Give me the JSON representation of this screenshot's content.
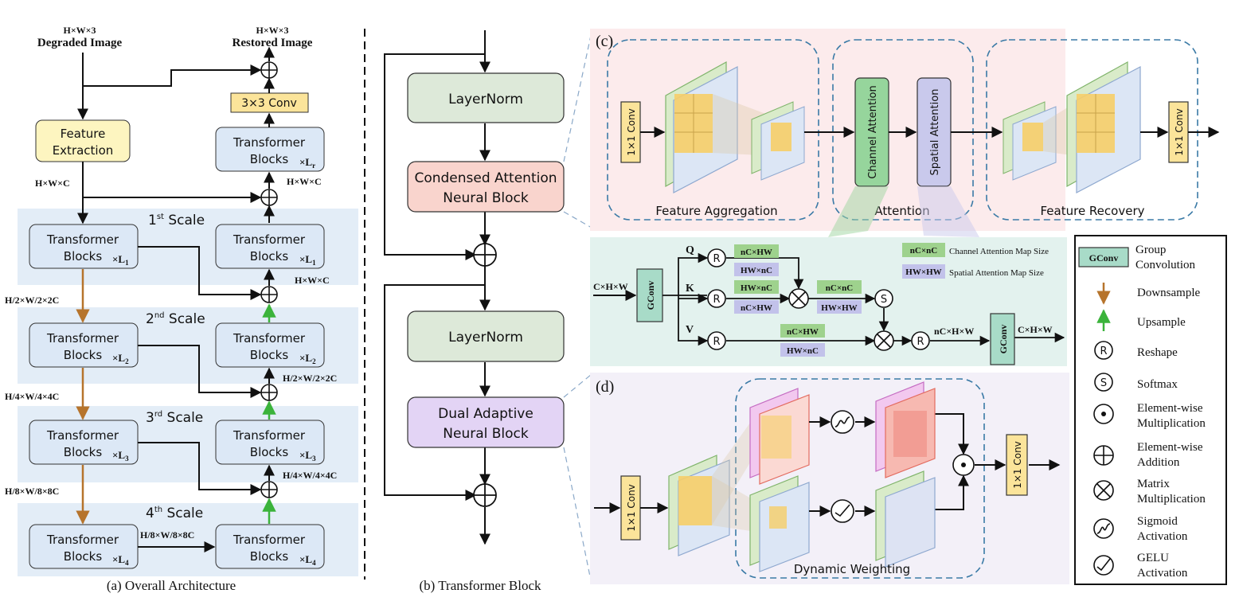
{
  "panel_a": {
    "caption": "(a) Overall Architecture",
    "input": {
      "dims": "H×W×3",
      "label": "Degraded Image"
    },
    "output": {
      "dims": "H×W×3",
      "label": "Restored Image"
    },
    "feature_extraction": [
      "Feature",
      "Extraction"
    ],
    "conv3": "3×3 Conv",
    "refine": {
      "line1": "Transformer",
      "line2": "Blocks",
      "mult": "×L",
      "sub": "r"
    },
    "block_line1": "Transformer",
    "block_line2": "Blocks",
    "mult": "×L",
    "subs": [
      "1",
      "2",
      "3",
      "4"
    ],
    "scales": [
      {
        "num": "1",
        "sup": "st",
        "word": "Scale"
      },
      {
        "num": "2",
        "sup": "nd",
        "word": "Scale"
      },
      {
        "num": "3",
        "sup": "rd",
        "word": "Scale"
      },
      {
        "num": "4",
        "sup": "th",
        "word": "Scale"
      }
    ],
    "dims": {
      "hwc_left": "H×W×C",
      "hwc_right_top": "H×W×C",
      "hwc_right_1": "H×W×C",
      "half_left": "H/2×W/2×2C",
      "half_right": "H/2×W/2×2C",
      "quarter_left": "H/4×W/4×4C",
      "quarter_right": "H/4×W/4×4C",
      "eighth_left": "H/8×W/8×8C",
      "eighth_mid": "H/8×W/8×8C"
    }
  },
  "panel_b": {
    "caption": "(b) Transformer Block",
    "layernorm": "LayerNorm",
    "cab": [
      "Condensed Attention",
      "Neural Block"
    ],
    "dab": [
      "Dual Adaptive",
      "Neural Block"
    ]
  },
  "panel_c": {
    "tag": "(c)",
    "conv": "1×1 Conv",
    "feature_aggregation": "Feature Aggregation",
    "attention": "Attention",
    "feature_recovery": "Feature Recovery",
    "channel_attention": "Channel Attention",
    "spatial_attention": "Spatial Attention",
    "detail": {
      "input": "C×H×W",
      "gconv": "GConv",
      "q": "Q",
      "k": "K",
      "v": "V",
      "r": "R",
      "s": "S",
      "q_green": "nC×HW",
      "q_purple": "HW×nC",
      "k_green": "HW×nC",
      "k_purple": "nC×HW",
      "mm_green": "nC×nC",
      "mm_purple": "HW×HW",
      "v_green": "nC×HW",
      "v_purple": "HW×nC",
      "after_r": "nC×H×W",
      "output": "C×H×W",
      "legend_green_box": "nC×nC",
      "legend_green_text": "Channel Attention Map Size",
      "legend_purple_box": "HW×HW",
      "legend_purple_text": "Spatial Attention Map Size"
    }
  },
  "panel_d": {
    "tag": "(d)",
    "conv_in": "1×1 Conv",
    "conv_out": "1×1 Conv",
    "dynamic_weighting": "Dynamic Weighting"
  },
  "legend": {
    "gconv_box": "GConv",
    "items": [
      [
        "Group",
        "Convolution"
      ],
      [
        "Downsample"
      ],
      [
        "Upsample"
      ],
      [
        "Reshape"
      ],
      [
        "Softmax"
      ],
      [
        "Element-wise",
        "Multiplication"
      ],
      [
        "Element-wise",
        "Addition"
      ],
      [
        "Matrix",
        "Multiplication"
      ],
      [
        "Sigmoid",
        "Activation"
      ],
      [
        "GELU",
        "Activation"
      ]
    ],
    "r": "R",
    "s": "S"
  },
  "colors": {
    "scale_band": "#e3edf7",
    "block_fill": "#dce8f6",
    "feature_extraction": "#fdf5c0",
    "conv_yellow": "#fbe49a",
    "layernorm": "#dde9d9",
    "cab": "#f9d4cd",
    "dab": "#e3d4f5",
    "panel_c_bg": "#fcebec",
    "panel_c_detail_bg": "#e3f2ee",
    "panel_d_bg": "#f3f0f8",
    "channel_attention": "#96d59c",
    "spatial_attention": "#c9c9ec",
    "gconv": "#a8dbc8",
    "tag_green": "#9ed28d",
    "tag_purple": "#c2c2ea",
    "downsample_arrow": "#b6742c",
    "upsample_arrow": "#3bb33b",
    "dashed": "#3a7aa6"
  }
}
